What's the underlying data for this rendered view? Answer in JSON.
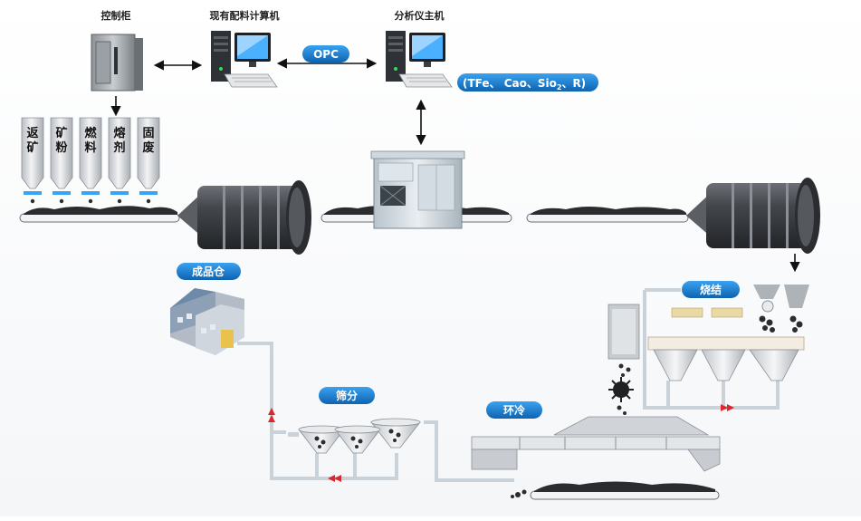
{
  "labels": {
    "control_cabinet": "控制柜",
    "batching_computer": "现有配料计算机",
    "analyzer_host": "分析仪主机",
    "opc": "OPC",
    "assay_prefix": "(TFe、 Cao、Sio",
    "assay_sub": "2",
    "assay_suffix": "、R)",
    "finished_warehouse": "成品仓",
    "screening": "筛分",
    "cooling": "环冷",
    "sintering": "烧结"
  },
  "bins": [
    {
      "chars": [
        "返",
        "矿"
      ]
    },
    {
      "chars": [
        "矿",
        "粉"
      ]
    },
    {
      "chars": [
        "燃",
        "料"
      ]
    },
    {
      "chars": [
        "熔",
        "剂"
      ]
    },
    {
      "chars": [
        "固",
        "废"
      ]
    }
  ],
  "colors": {
    "pill_blue": "#1a7fd1",
    "flow_pipe": "#c9d2d9",
    "flow_arrow": "#e0262b",
    "drum_dark": "#3b3e43",
    "steel_light": "#d9dde1"
  }
}
